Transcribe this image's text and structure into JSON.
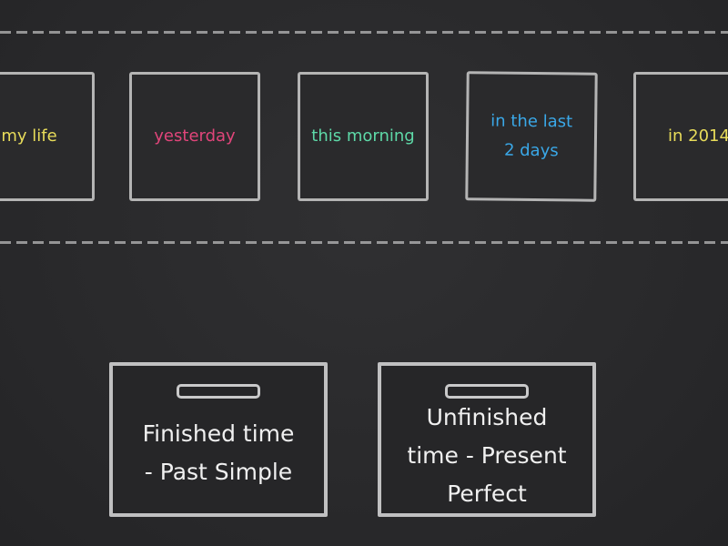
{
  "cards": [
    {
      "label": "my life",
      "color": "#e8dc5a"
    },
    {
      "label": "yesterday",
      "color": "#e0457a"
    },
    {
      "label": "this morning",
      "color": "#5ed9a8"
    },
    {
      "label": "in the last\n2 days",
      "color": "#3aa8e8"
    },
    {
      "label": "in 2014",
      "color": "#e8dc5a"
    }
  ],
  "bins": [
    {
      "label": "Finished time\n- Past Simple"
    },
    {
      "label": "Unfinished\ntime - Present\nPerfect"
    }
  ]
}
